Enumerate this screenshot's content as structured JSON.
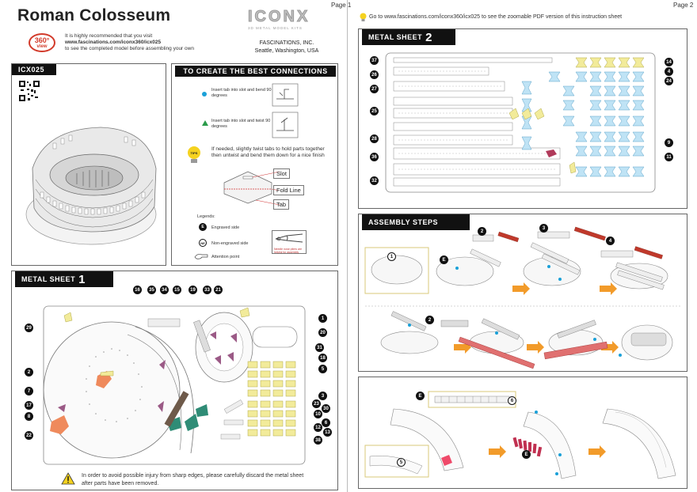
{
  "page1": {
    "page_label": "Page 1",
    "title": "Roman Colosseum",
    "brand": "ICONX",
    "brand_sub": "3D METAL MODEL KITS",
    "view360_top": "360°",
    "view360_bottom": "view",
    "intro_line1": "It is highly recommended that you visit",
    "intro_line2": "www.fascinations.com/iconx360/icx025",
    "intro_line3": "to see the completed model before assembling your own",
    "company": "FASCINATIONS, INC.",
    "location": "Seattle, Washington, USA",
    "model_code": "ICX025",
    "connections": {
      "header": "TO CREATE THE BEST CONNECTIONS",
      "item1": "Insert tab into slot and bend 90 degrees",
      "item2": "Insert tab into slot and twist 90  degrees",
      "tips_label": "TIPS",
      "tips_text": "If needed, slightly twist tabs to hold parts together then untwist and bend them down for a nice finish",
      "slot": "Slot",
      "fold_line": "Fold Line",
      "tab": "Tab",
      "legends": "Legends:",
      "engraved": "Engraved side",
      "non_engraved": "Non-engraved side",
      "attention": "Attention point",
      "pliers": "Needle nose pliers are helpful for assembly",
      "e_badge": "E",
      "ne_badge": "NE"
    },
    "sheet1": {
      "header": "METAL SHEET",
      "number": "1",
      "labels": [
        "16",
        "35",
        "34",
        "15",
        "19",
        "33",
        "21",
        "1",
        "20",
        "29",
        "31",
        "18",
        "5",
        "2",
        "7",
        "3",
        "23",
        "30",
        "17",
        "10",
        "6",
        "8",
        "12",
        "13",
        "22",
        "38"
      ]
    },
    "warning": "In order to avoid possible injury from sharp edges, please carefully discard the metal sheet after parts have been removed."
  },
  "page2": {
    "page_label": "Page 2",
    "goto": "Go to www.fascinations.com/iconx360/icx025 to see the zoomable PDF version of this instruction sheet",
    "sheet2": {
      "header": "METAL SHEET",
      "number": "2",
      "labels": [
        "37",
        "26",
        "27",
        "25",
        "28",
        "36",
        "32",
        "14",
        "4",
        "24",
        "9",
        "11"
      ]
    },
    "assembly": {
      "header": "ASSEMBLY STEPS",
      "steps": [
        "1",
        "2",
        "3",
        "4",
        "2",
        "6",
        "5"
      ],
      "e_badge": "E"
    }
  }
}
